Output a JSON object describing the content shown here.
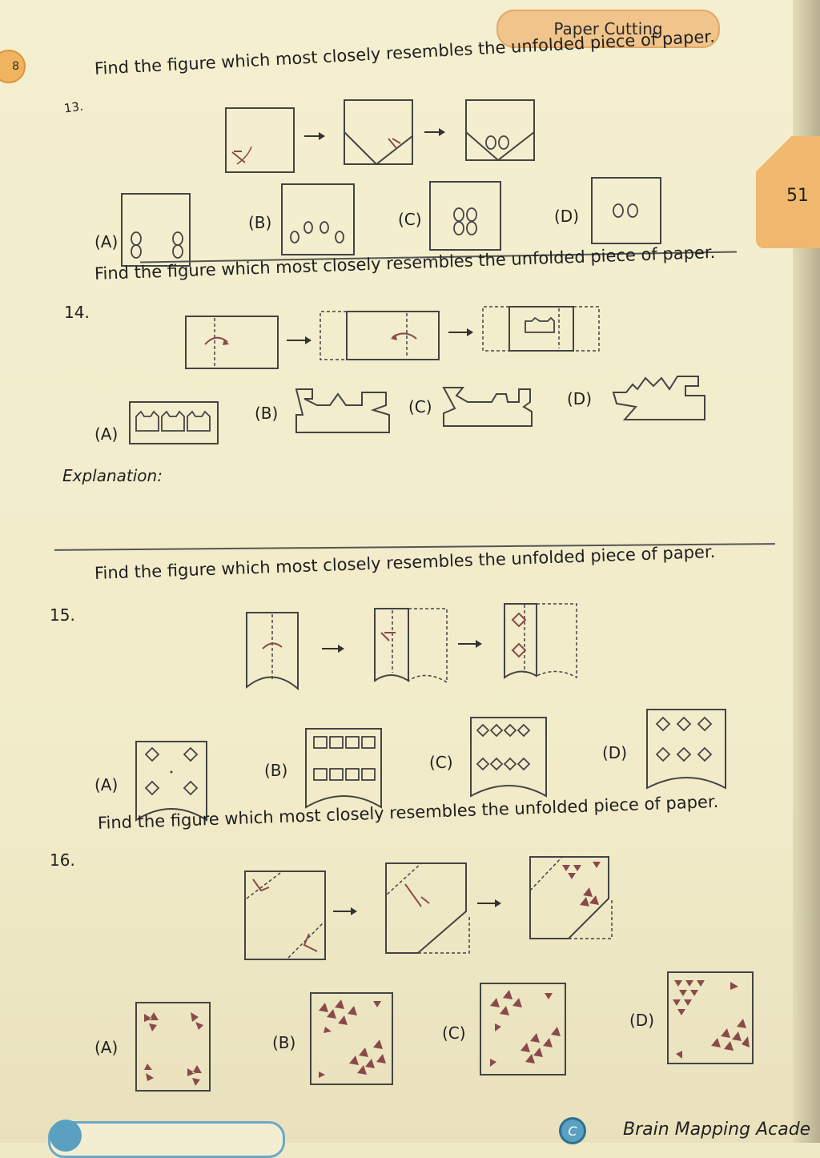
{
  "header": {
    "section_title": "Paper Cutting",
    "page_number": "51",
    "left_tab": "8"
  },
  "questions": [
    {
      "number": "13.",
      "text": "Find the figure which most closely resembles the unfolded piece of paper.",
      "options": [
        "(A)",
        "(B)",
        "(C)",
        "(D)"
      ]
    },
    {
      "number": "14.",
      "text": "Find the figure which most closely resembles the unfolded piece of paper.",
      "options": [
        "(A)",
        "(B)",
        "(C)",
        "(D)"
      ]
    },
    {
      "number": "15.",
      "text": "Find the figure which most closely resembles the unfolded piece of paper.",
      "options": [
        "(A)",
        "(B)",
        "(C)",
        "(D)"
      ]
    },
    {
      "number": "16.",
      "text": "Find the figure which most closely resembles the unfolded piece of paper.",
      "options": [
        "(A)",
        "(B)",
        "(C)",
        "(D)"
      ]
    }
  ],
  "explanation_label": "Explanation:",
  "footer": {
    "brand": "Brain Mapping Acade",
    "badge": "C"
  },
  "colors": {
    "ink": "#3a3a3a",
    "cut": "#8a4a4a",
    "pill": "#f0c48a"
  }
}
